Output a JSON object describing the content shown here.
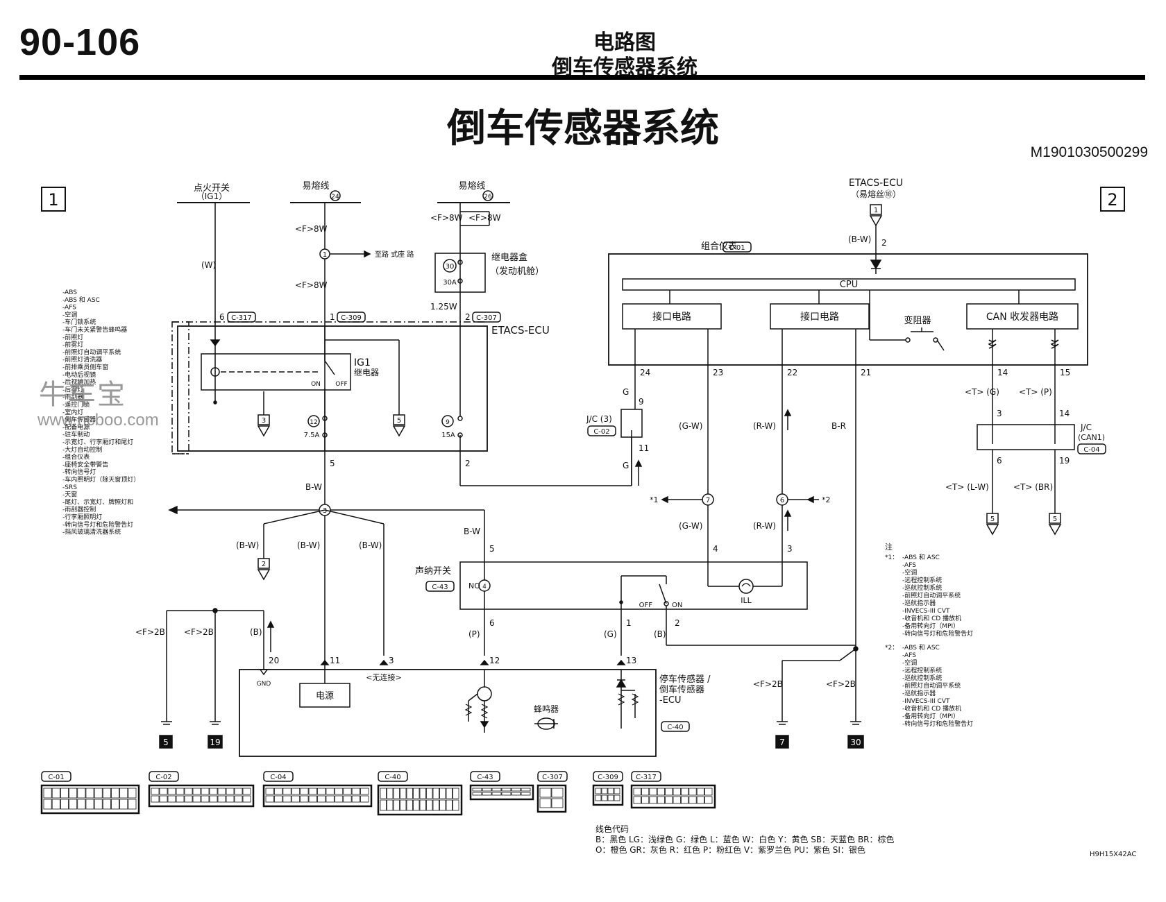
{
  "header": {
    "page_number": "90-106",
    "line1": "电路图",
    "line2": "倒车传感器系统"
  },
  "title": "倒车传感器系统",
  "doc_code": "M1901030500299",
  "watermark": {
    "brand": "牛车宝",
    "url": "www.ncboo.com"
  },
  "sections": {
    "left": "1",
    "right": "2"
  },
  "sources": {
    "ignition": {
      "name": "点火开关",
      "sub": "（IG1）"
    },
    "fuse1": {
      "name": "易熔线",
      "num": "24"
    },
    "fuse2": {
      "name": "易熔线",
      "num": "26"
    },
    "etacs_src": {
      "name": "ETACS-ECU",
      "sub": "（易熔丝⑱）"
    }
  },
  "wires": {
    "w": "(W)",
    "f8w": "<F>8W",
    "f8w_b": "<F>8W",
    "f8w_c": "<F>8W",
    "f8w_d": "<F>8W",
    "to_lighting": "至路 式座 路",
    "bw": "B-W",
    "bw_p": "(B-W)",
    "g": "G",
    "g_p": "(G)",
    "gw": "(G-W)",
    "rw": "(R-W)",
    "br": "B-R",
    "f2b": "<F>2B",
    "b": "(B)",
    "p": "(P)",
    "t_g": "<T> (G)",
    "t_p": "<T> (P)",
    "t_lw": "<T> (L-W)",
    "t_br": "<T> (BR)",
    "r125w": "1.25W",
    "bw_top": "(B-W)"
  },
  "connectors": {
    "c317": "C-317",
    "c309": "C-309",
    "c307": "C-307",
    "c01": "C-01",
    "c02": "C-02",
    "c04": "C-04",
    "c43": "C-43",
    "c40": "C-40"
  },
  "etacs": {
    "label": "ETACS-ECU",
    "relay_name": "IG1",
    "relay_sub": "继电器",
    "on": "ON",
    "off": "OFF",
    "fuse12": "12",
    "fuse12_amp": "7.5A",
    "fuse9": "9",
    "fuse9_amp": "15A"
  },
  "relay_box": {
    "name": "继电器盒",
    "sub": "（发动机舱）",
    "fuse": "30",
    "amp": "30A"
  },
  "combo": {
    "label": "组合仪表",
    "cpu": "CPU",
    "iface1": "接口电路",
    "iface2": "接口电路",
    "converter": "变阻器",
    "can": "CAN 收发器电路"
  },
  "jc3": {
    "name": "J/C (3)"
  },
  "jc_can": {
    "name": "J/C",
    "sub": "(CAN1)"
  },
  "sonar_switch": {
    "label": "声纳开关",
    "no": "NO",
    "ill": "ILL",
    "off": "OFF",
    "on": "ON"
  },
  "ecu": {
    "label1": "停车传感器 /",
    "label2": "倒车传感器",
    "label3": "-ECU",
    "power": "电源",
    "no_conn": "<无连接>",
    "buzzer": "蜂鸣器",
    "gnd": "GND"
  },
  "pins": {
    "p6": "6",
    "p1": "1",
    "p2": "2",
    "p5": "5",
    "p24": "24",
    "p23": "23",
    "p22": "22",
    "p21": "21",
    "p14": "14",
    "p15": "15",
    "p3": "3",
    "p19": "19",
    "p9": "9",
    "p11": "11",
    "p4": "4",
    "p12": "12",
    "p13": "13",
    "p20": "20"
  },
  "nodes": {
    "n1": "1",
    "n3": "3",
    "n7": "7",
    "n6": "6"
  },
  "markers": {
    "star1": "*1",
    "star2": "*2"
  },
  "grounds": {
    "g5": "5",
    "g19": "19",
    "g7": "7",
    "g30": "30"
  },
  "left_list": [
    "-ABS",
    "-ABS 和 ASC",
    "-AFS",
    "-空调",
    "-车门锁系统",
    "-车门未关紧警告蜂鸣器",
    "-前照灯",
    "-前雾灯",
    "-前照灯自动调平系统",
    "-前照灯清洗器",
    "-前排乘员侧车窗",
    "-电动后视镜",
    "-后视镜加热",
    "-后雾灯",
    "-雨刮器",
    "-遥控门锁",
    "-室内灯",
    "-倒车传感器",
    "-配备电源",
    "-驻车制动",
    "-示宽灯、行李厢灯和尾灯",
    "-大灯自动控制",
    "-组合仪表",
    "-座椅安全带警告",
    "-转向信号灯",
    "-车内照明灯（除天窗顶灯）",
    "-SRS",
    "-天窗",
    "-尾灯、示宽灯、牌照灯和",
    "-雨刮器控制",
    "-行李厢照明灯",
    "-转向信号灯和危险警告灯",
    "-挡风玻璃清洗器系统"
  ],
  "notes_title": "注",
  "notes1_mark": "*1：",
  "notes1": [
    "-ABS 和 ASC",
    "-AFS",
    "-空调",
    "-远程控制系统",
    "-巡航控制系统",
    "-前照灯自动调平系统",
    "-巡航指示器",
    "-INVECS-III CVT",
    "-收音机和 CD 播放机",
    "-备用转向灯（MPI）",
    "-转向信号灯和危险警告灯"
  ],
  "notes2_mark": "*2：",
  "notes2": [
    "-ABS 和 ASC",
    "-AFS",
    "-空调",
    "-远程控制系统",
    "-巡航控制系统",
    "-前照灯自动调平系统",
    "-巡航指示器",
    "-INVECS-III CVT",
    "-收音机和 CD 播放机",
    "-备用转向灯（MPI）",
    "-转向信号灯和危险警告灯"
  ],
  "conn_views": [
    "C-01",
    "C-02",
    "C-04",
    "C-40",
    "C-43",
    "C-307",
    "C-309",
    "C-317"
  ],
  "color_code": {
    "title": "线色代码",
    "row1": "B：黑色  LG：浅绿色  G：绿色  L：蓝色  W：白色  Y：黄色  SB：天蓝色  BR：棕色",
    "row2": "O：橙色  GR：灰色  R：红色  P：粉红色  V：紫罗兰色  PU：紫色  SI：银色"
  },
  "fig_code": "H9H15X42AC"
}
